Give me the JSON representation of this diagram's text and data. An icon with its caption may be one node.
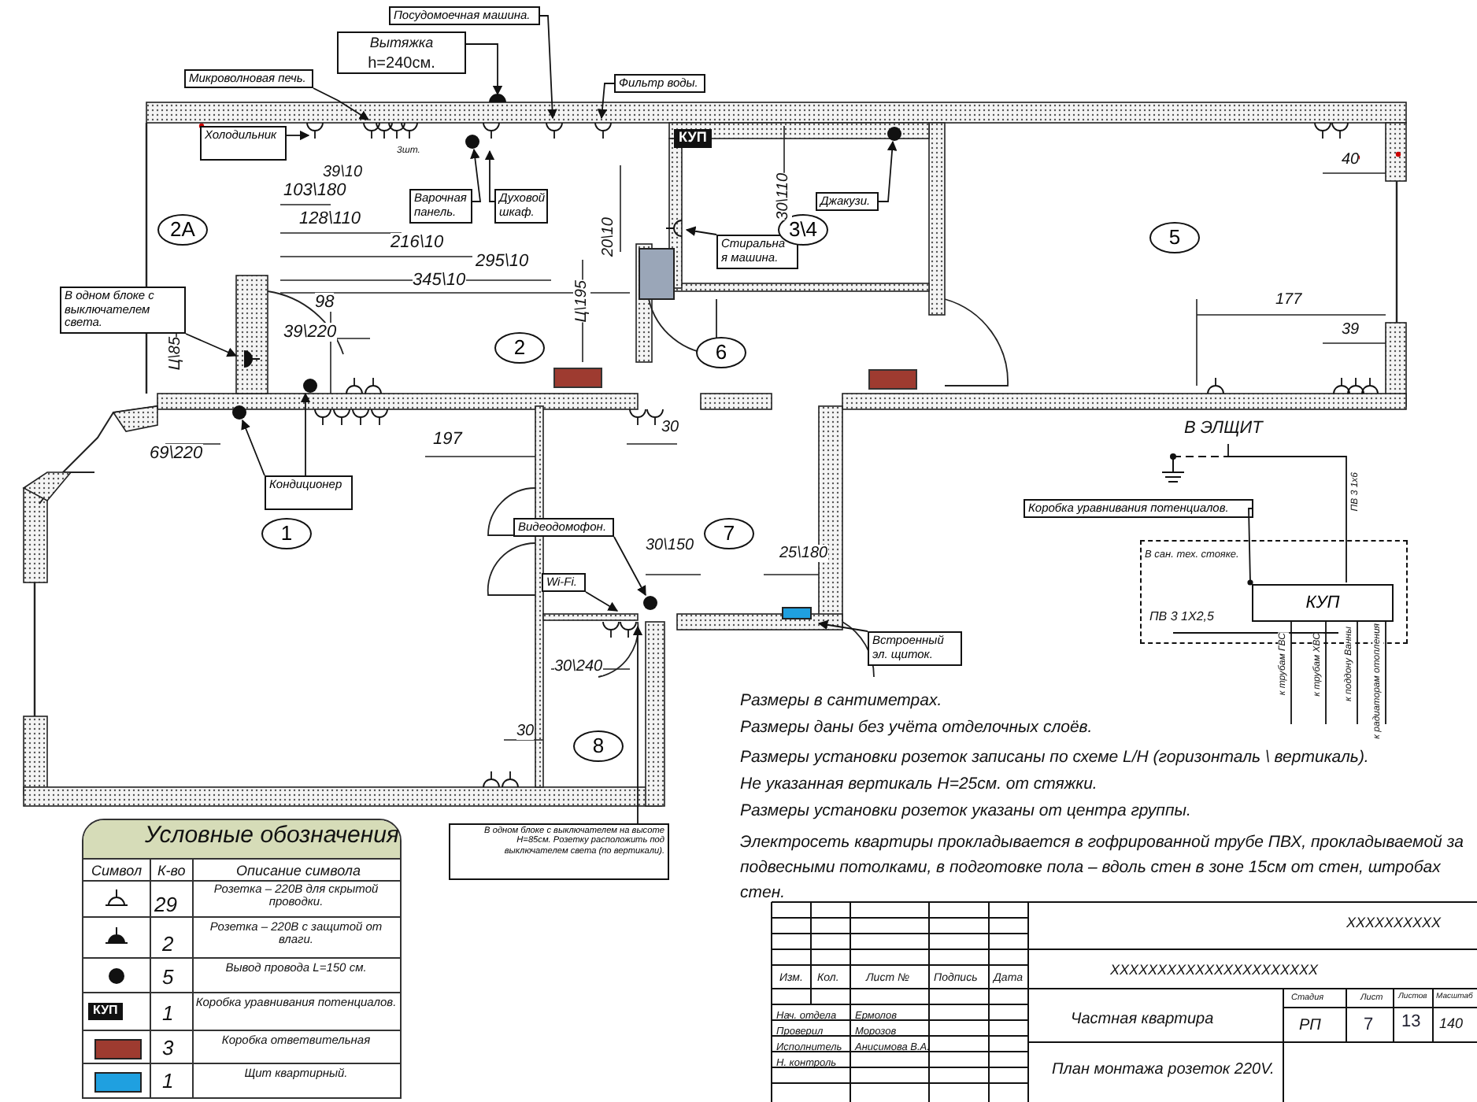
{
  "diagram": {
    "nodes": [
      {
        "text": [
          "Микроволновая печь."
        ]
      },
      {
        "text": [
          "Вытяжка",
          "h=240см."
        ]
      },
      {
        "text": [
          "Посудомоечная машина."
        ]
      },
      {
        "text": [
          "Фильтр воды."
        ]
      },
      {
        "text": [
          "Холодильник"
        ]
      },
      {
        "text": [
          "Варочная панель."
        ]
      },
      {
        "text": [
          "Духовой шкаф."
        ]
      },
      {
        "text": [
          "Стиральна я машина."
        ]
      },
      {
        "text": [
          "Джакузи."
        ]
      },
      {
        "text": [
          "В одном блоке с выключателем света."
        ]
      },
      {
        "text": [
          "Кондиционер"
        ]
      },
      {
        "text": [
          "Видеодомофон."
        ]
      },
      {
        "text": [
          "Wi-Fi."
        ]
      },
      {
        "text": [
          "Встроенный эл. щиток."
        ]
      },
      {
        "text": [
          "В одном блоке с выключателем на высоте H=85см. Розетку расположить под выключателем света (по вертикали)."
        ]
      },
      {
        "text": [
          "Коробка уравнивания потенциалов."
        ]
      },
      {
        "text": [
          "В сан. тех. стояке."
        ]
      },
      {
        "text": [
          "КУП"
        ],
        "in": 16
      },
      {
        "text": [
          "В ЭЛЩИТ"
        ]
      },
      {
        "text": [
          "2А"
        ]
      },
      {
        "text": [
          "3\\4"
        ]
      },
      {
        "text": [
          "5"
        ]
      },
      {
        "text": [
          "2"
        ]
      },
      {
        "text": [
          "6"
        ]
      },
      {
        "text": [
          "1"
        ]
      },
      {
        "text": [
          "7"
        ]
      },
      {
        "text": [
          "8"
        ]
      }
    ],
    "edges": [
      {
        "from": 0,
        "to": null,
        "arrow": "to"
      },
      {
        "from": 1,
        "to": null,
        "arrow": "to"
      },
      {
        "from": 2,
        "to": null,
        "arrow": "to"
      },
      {
        "from": 3,
        "to": null,
        "arrow": "to"
      },
      {
        "from": 4,
        "to": null,
        "arrow": "to"
      },
      {
        "from": 5,
        "to": null,
        "arrow": "to"
      },
      {
        "from": 6,
        "to": null,
        "arrow": "to"
      },
      {
        "from": 7,
        "to": null,
        "arrow": "to"
      },
      {
        "from": 8,
        "to": null,
        "arrow": "to"
      },
      {
        "from": 9,
        "to": null,
        "arrow": "to"
      },
      {
        "from": 10,
        "to": null,
        "arrow": "to"
      },
      {
        "from": 10,
        "to": null,
        "arrow": "to"
      },
      {
        "from": 11,
        "to": null,
        "arrow": "to"
      },
      {
        "from": 12,
        "to": null,
        "arrow": "to"
      },
      {
        "from": 13,
        "to": null,
        "arrow": "to"
      },
      {
        "from": 14,
        "to": null,
        "arrow": "to"
      },
      {
        "from": 15,
        "to": 17,
        "arrow": "other"
      },
      {
        "from": 17,
        "to": 18,
        "arrow": "none",
        "label": "ПВ 3 1х6"
      },
      {
        "from": 17,
        "to": null,
        "arrow": "none",
        "label": "к трубам ГВС"
      },
      {
        "from": 17,
        "to": null,
        "arrow": "none",
        "label": "к трубам ХВС"
      },
      {
        "from": 17,
        "to": null,
        "arrow": "none",
        "label": "к поддону Ванны"
      },
      {
        "from": 17,
        "to": null,
        "arrow": "none",
        "label": "к радиаторам отопления"
      }
    ],
    "labels": [
      "39\\10",
      "3шт.",
      "103\\180",
      "128\\110",
      "216\\10",
      "295\\10",
      "345\\10",
      "20\\10",
      "30\\110",
      "40",
      "КУП",
      "Ц\\195",
      "98",
      "177",
      "Ц\\85",
      "39\\220",
      "39",
      "69\\220",
      "197",
      "30",
      "30\\150",
      "25\\180",
      "30\\240",
      "30",
      "ПВ 3 1Х2,5",
      "Размеры в сантиметрах.",
      "Размеры даны без учёта отделочных слоёв.",
      "Размеры установки розеток записаны по схеме L/H (горизонталь \\ вертикаль).",
      "Не указанная вертикаль H=25см. от стяжки.",
      "Размеры установки розеток указаны от центра группы.",
      "Электросеть квартиры прокладывается в гофрированной трубе ПВХ, прокладываемой за подвесными потолками, в подготовке пола – вдоль стен в зоне 15см от стен, штробах стен.",
      "Условные обозначения",
      "Символ",
      "К-во",
      "Описание символа",
      "29",
      "2",
      "5",
      "КУП",
      "1",
      "3",
      "1",
      "XXXXXXXXXX",
      "XXXXXXXXXXXXXXXXXXXXXX",
      "Изм.",
      "Кол.",
      "Лист №",
      "Подпись",
      "Дата",
      "Стадия",
      "Лист",
      "Листов",
      "Масштаб",
      "Нач. отдела",
      "Ермолов",
      "Частная квартира",
      "РП",
      "7",
      "13",
      "140",
      "Проверил",
      "Морозов",
      "Исполнитель",
      "Анисимова В.А.",
      "Н. контроль",
      "План монтажа розеток 220V."
    ],
    "legend": [
      {
        "text": "Розетка – 220В для скрытой проводки."
      },
      {
        "text": "Розетка – 220В с защитой от влаги."
      },
      {
        "text": "Вывод провода L=150 см."
      },
      {
        "text": "Коробка уравнивания потенциалов."
      },
      {
        "text": "Коробка ответвительная",
        "color": "#9e3b30"
      },
      {
        "text": "Щит квартирный.",
        "color": "#1fa0e0"
      }
    ]
  }
}
